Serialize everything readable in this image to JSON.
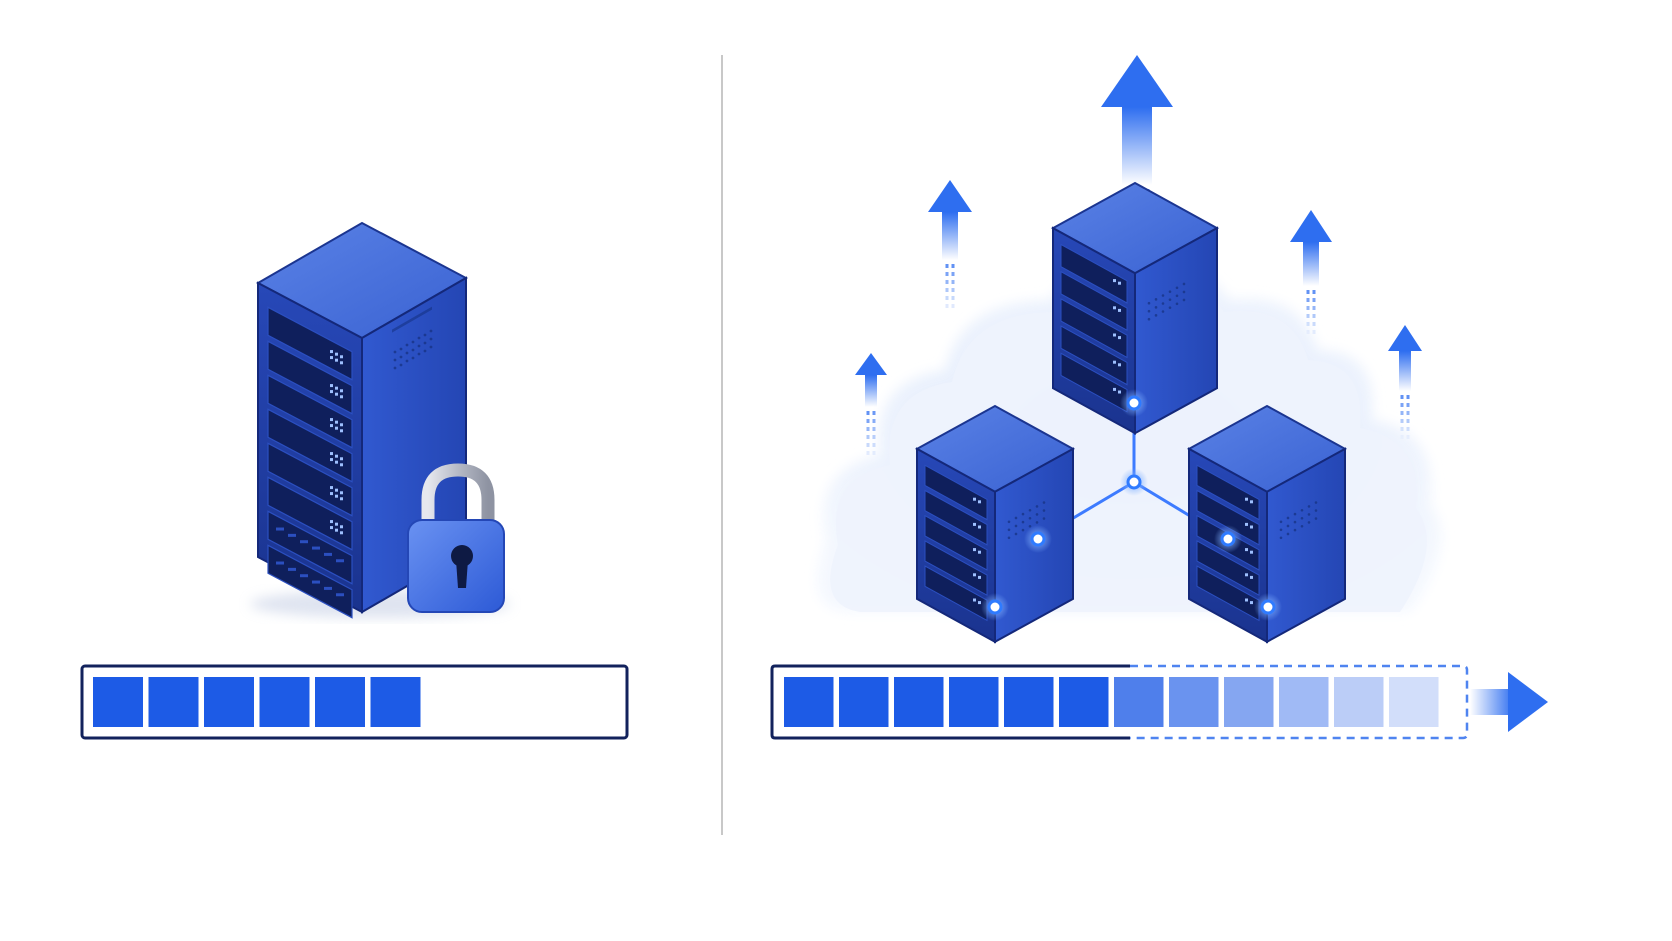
{
  "colors": {
    "background": "#ffffff",
    "server_top": "#4b74dd",
    "server_front": "#1f3fa6",
    "server_side": "#2c52c6",
    "server_edge": "#14287a",
    "rack_panel": "#0f1f5c",
    "led": "#9ec0ff",
    "lock_body": "#3f6fe0",
    "lock_shackle": "#c9ccd6",
    "divider": "#c8c8c8",
    "cloud": "#e4ecfb",
    "node_glow": "#2f7bff",
    "bar_solid": "#1d5be6",
    "bar_border": "#12225c",
    "arrow": "#2e6ef0"
  },
  "left_panel": {
    "title": "",
    "icons": [
      "server-rack-icon",
      "padlock-icon"
    ],
    "capacity_bar": {
      "filled_segments": 6,
      "total_segments": 10,
      "fill_fraction": 0.6
    }
  },
  "right_panel": {
    "title": "",
    "icons": [
      "cloud-icon",
      "server-node-icon",
      "server-node-icon",
      "server-node-icon",
      "network-link-icon",
      "up-arrow-icon",
      "right-arrow-icon"
    ],
    "server_nodes": 3,
    "up_arrows": 5,
    "capacity_bar": {
      "solid_segments": 6,
      "expanding_segments": 6,
      "expanding_opacity": [
        0.78,
        0.66,
        0.54,
        0.42,
        0.3,
        0.2
      ],
      "extended": true
    }
  }
}
